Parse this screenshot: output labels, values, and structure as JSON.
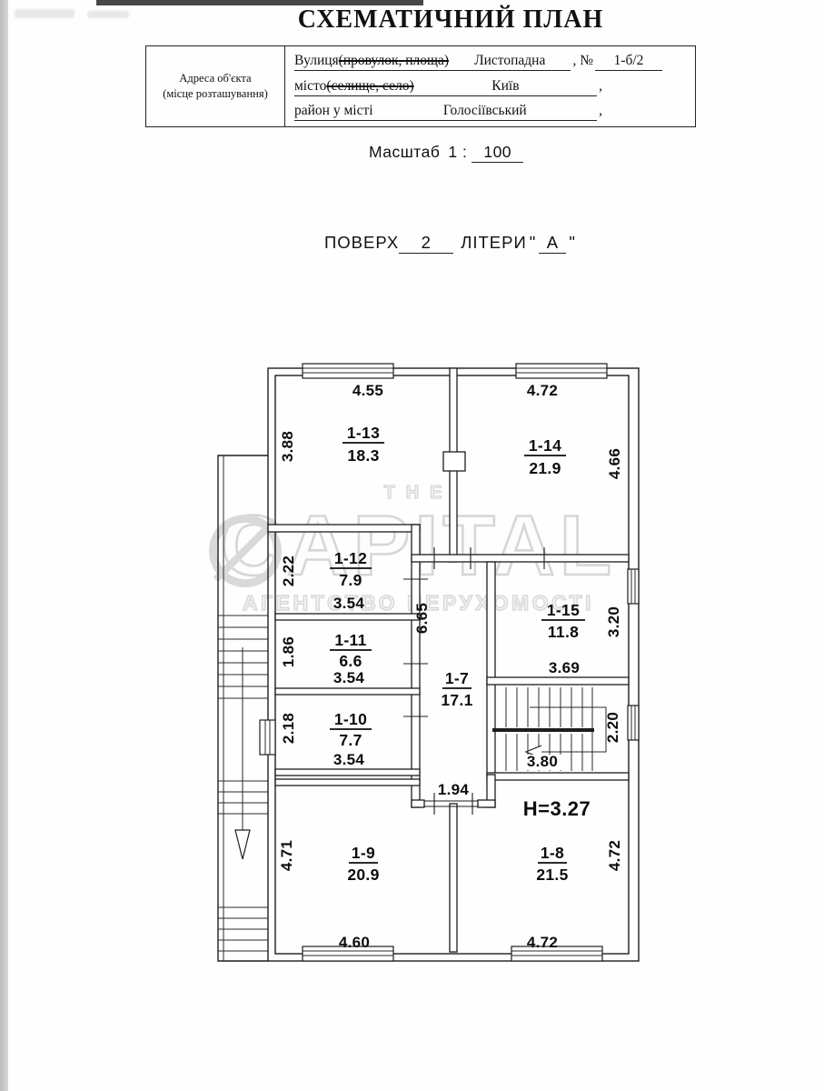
{
  "page": {
    "title": "СХЕМАТИЧНИЙ ПЛАН"
  },
  "address_block": {
    "label_line1": "Адреса об'єкта",
    "label_line2": "(місце розташування)",
    "street": {
      "label": "Вулиця",
      "struck": "(провулок, площа)",
      "value": "Листопадна",
      "sep": ", №",
      "number": "1-б/2"
    },
    "city": {
      "label": "місто",
      "struck": "(селище, село)",
      "value": "Київ",
      "sep": ","
    },
    "district": {
      "label": "район у місті",
      "value": "Голосіївський",
      "sep": ","
    }
  },
  "scale_line": {
    "label": "Масштаб",
    "prefix": "1 :",
    "value": "100"
  },
  "floor_line": {
    "label": "ПОВЕРХ",
    "number": "2",
    "letters_label": "ЛІТЕРИ",
    "open_quote": "\"",
    "letter": "А",
    "close_quote": "\""
  },
  "watermark": {
    "top": "THE",
    "brand": "CAPITAL",
    "tagline": "АГЕНТСТВО НЕРУХОМОСТІ"
  },
  "plan": {
    "ceiling_height": "H=3.27",
    "rooms": {
      "r1_13": {
        "id": "1-13",
        "area": "18.3"
      },
      "r1_14": {
        "id": "1-14",
        "area": "21.9"
      },
      "r1_12": {
        "id": "1-12",
        "area": "7.9"
      },
      "r1_11": {
        "id": "1-11",
        "area": "6.6"
      },
      "r1_10": {
        "id": "1-10",
        "area": "7.7"
      },
      "r1_15": {
        "id": "1-15",
        "area": "11.8"
      },
      "r1_7": {
        "id": "1-7",
        "area": "17.1"
      },
      "r1_9": {
        "id": "1-9",
        "area": "20.9"
      },
      "r1_8": {
        "id": "1-8",
        "area": "21.5"
      }
    },
    "dims": {
      "top_1_13": "4.55",
      "top_1_14": "4.72",
      "left_1_13": "3.88",
      "left_1_12": "2.22",
      "left_1_11": "1.86",
      "left_1_10": "2.18",
      "left_1_9": "4.71",
      "right_1_14": "4.66",
      "right_1_15": "3.20",
      "right_stair": "2.20",
      "right_1_8": "4.72",
      "width_1_12": "3.54",
      "width_1_11": "3.54",
      "width_1_10": "3.54",
      "corridor_length": "6.65",
      "corridor_opening": "1.94",
      "width_1_15": "3.69",
      "stair_run": "3.80",
      "bottom_1_9": "4.60",
      "bottom_1_8": "4.72"
    }
  },
  "colors": {
    "ink": "#1d1d1d",
    "watermark_gray": "#cfcfcf",
    "scan_bar": "#474747",
    "scan_strip": "#c9c9c9"
  }
}
